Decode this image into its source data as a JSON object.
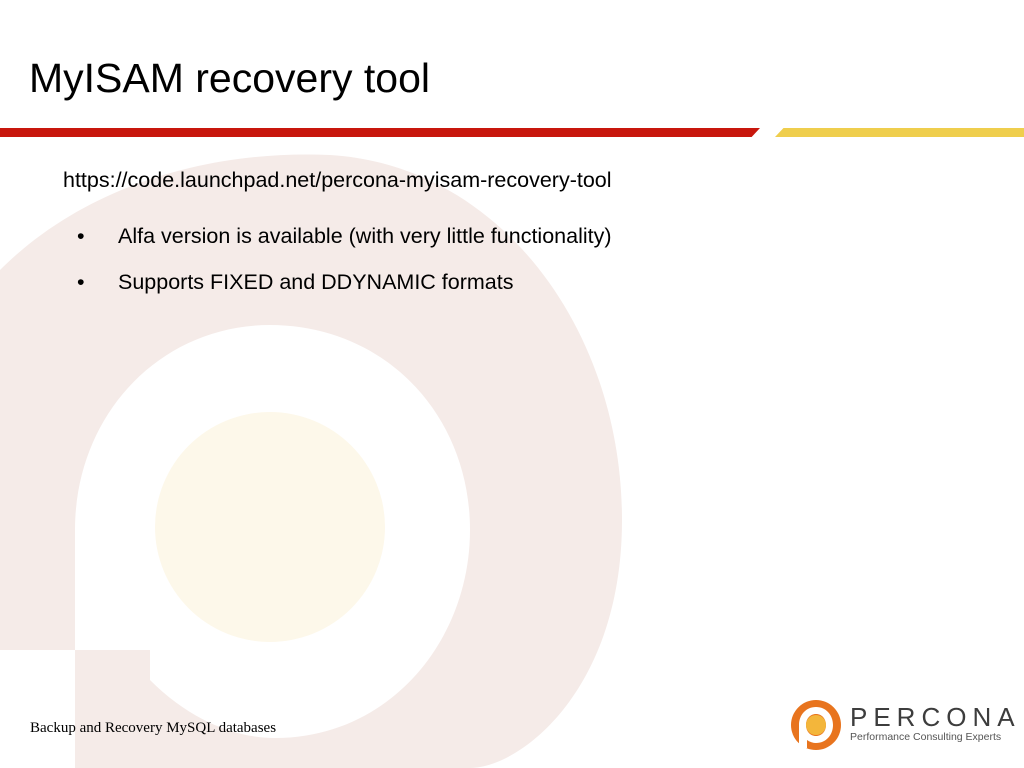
{
  "slide": {
    "title": "MyISAM recovery tool",
    "url": "https://code.launchpad.net/percona-myisam-recovery-tool",
    "bullets": [
      "Alfa version is available (with very little functionality)",
      "Supports FIXED and DDYNAMIC formats"
    ],
    "footer": "Backup and Recovery MySQL databases"
  },
  "logo": {
    "wordmark": "PERCONA",
    "tagline": "Performance Consulting Experts"
  },
  "colors": {
    "accent_red": "#c8170d",
    "accent_yellow": "#efce4d",
    "logo_orange": "#e8741e"
  }
}
